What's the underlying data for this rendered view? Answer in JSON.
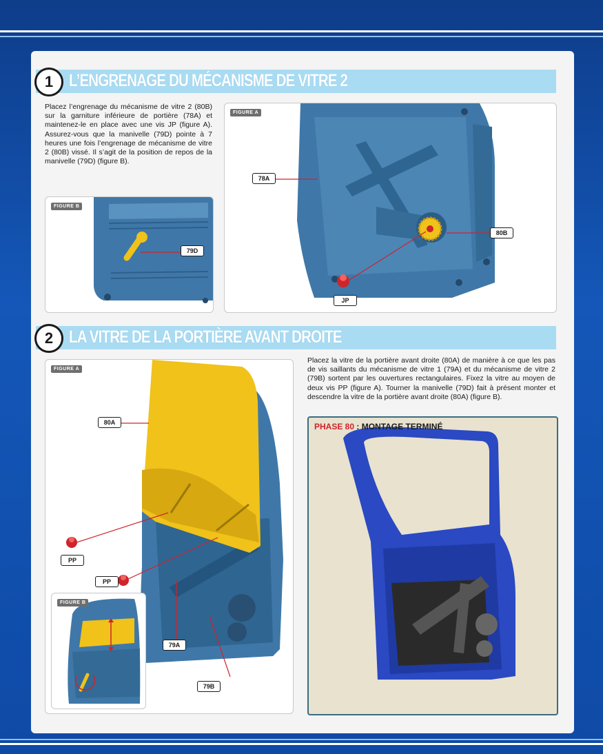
{
  "step1": {
    "number": "1",
    "title": "L’ENGRENAGE DU MÉCANISME DE VITRE 2",
    "text": "Placez l’engrenage du mécanisme de vitre 2 (80B) sur la garniture inférieure de portière (78A) et maintenez-le en place avec une vis JP (figure A). Assurez-vous que la manivelle (79D) pointe à 7 heures une fois l’engrenage de mécanisme de vitre 2 (80B) vissé. Il s’agit de la position de repos de la manivelle (79D) (figure B).",
    "figureA": {
      "tag": "FIGURE A",
      "labels": {
        "l78A": "78A",
        "l80B": "80B",
        "lJP": "JP"
      }
    },
    "figureB": {
      "tag": "FIGURE B",
      "labels": {
        "l79D": "79D"
      }
    }
  },
  "step2": {
    "number": "2",
    "title": "LA VITRE DE LA PORTIÈRE AVANT DROITE",
    "text": "Placez la vitre de la portière avant droite (80A) de manière à ce que les pas de vis saillants du mécanisme de vitre 1 (79A) et du mécanisme de vitre 2 (79B) sortent par les ouvertures rectangulaires. Fixez la vitre au moyen de deux vis PP (figure A). Tourner la manivelle (79D) fait à présent monter et descendre la vitre de la portière avant droite (80A) (figure B).",
    "figureA": {
      "tag": "FIGURE A",
      "labels": {
        "l80A": "80A",
        "lPP1": "PP",
        "lPP2": "PP",
        "l79A": "79A",
        "l79B": "79B"
      }
    },
    "figureB": {
      "tag": "FIGURE B"
    }
  },
  "phase": {
    "prefix": "PHASE 80",
    "suffix": " : MONTAGE TERMINÉ"
  },
  "colors": {
    "part_blue": "#3f78a8",
    "glass_yellow": "#f0c21a",
    "accent_red": "#d0232a",
    "header_bg": "#a9dcf3",
    "finished_blue": "#2a49c2"
  }
}
